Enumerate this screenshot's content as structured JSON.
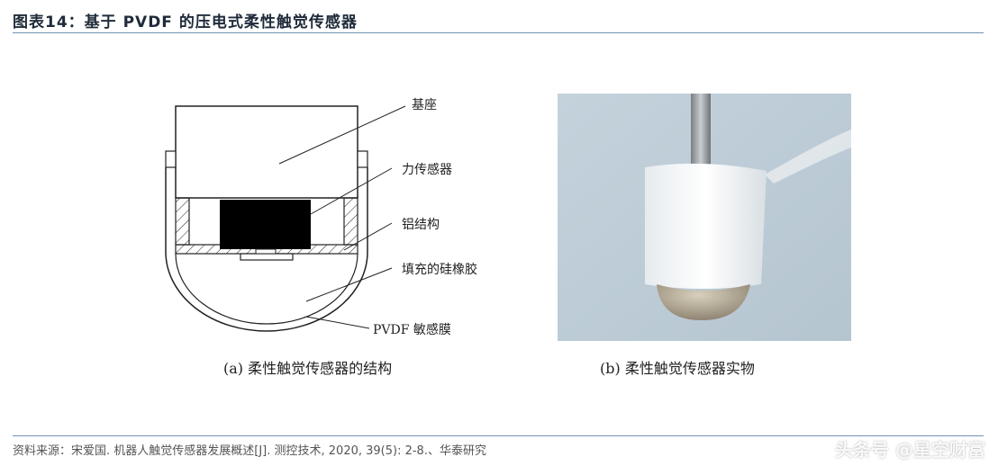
{
  "header": {
    "title": "图表14：基于 PVDF 的压电式柔性触觉传感器"
  },
  "diagram": {
    "labels": {
      "base": "基座",
      "force_sensor": "力传感器",
      "aluminum": "铝结构",
      "silicone": "填充的硅橡胶",
      "pvdf": "PVDF 敏感膜"
    },
    "caption_a": "(a)  柔性触觉传感器的结构",
    "caption_b": "(b)  柔性触觉传感器实物"
  },
  "footer": {
    "source": "资料来源：宋爱国. 机器人触觉传感器发展概述[J]. 测控技术, 2020, 39(5): 2-8.、华泰研究",
    "watermark": "头条号 @星空财富"
  },
  "colors": {
    "title_rule": "#6f93b3",
    "sensor_block": "#000000",
    "photo_bg": "#c9d6de"
  }
}
